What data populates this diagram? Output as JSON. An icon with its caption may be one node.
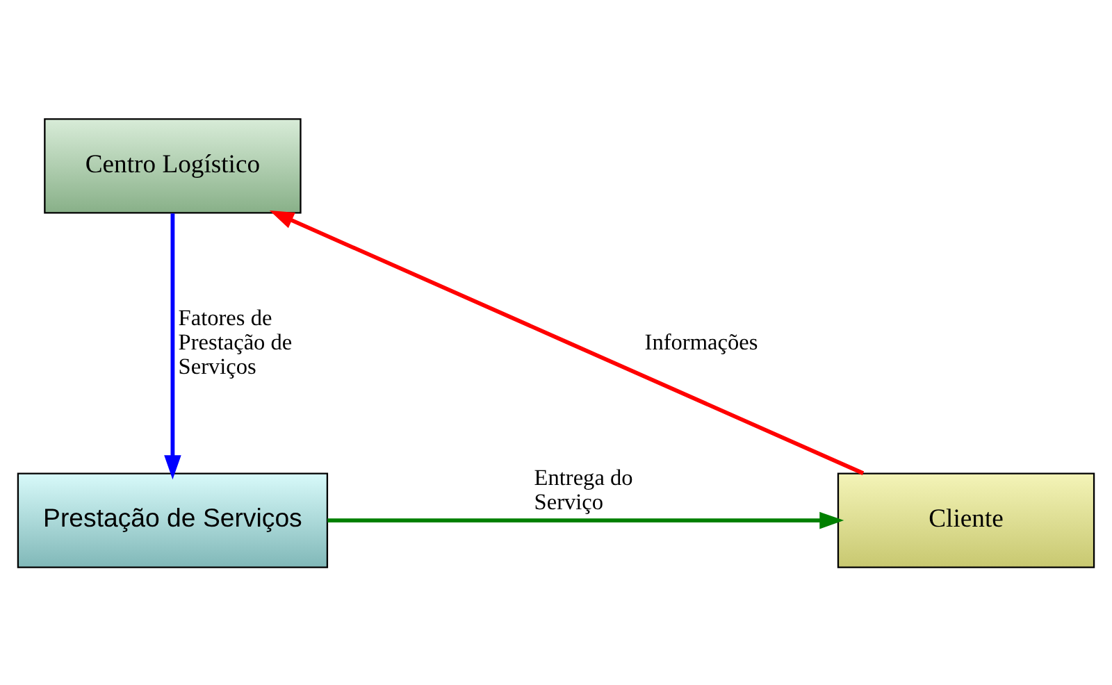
{
  "diagram": {
    "nodes": [
      {
        "text": [
          "Centro Logístico"
        ]
      },
      {
        "text": [
          "Prestação de Serviços"
        ]
      },
      {
        "text": [
          "Cliente"
        ]
      }
    ],
    "edges": [
      {
        "from": 0,
        "to": 1,
        "arrow": "to",
        "label": "Fatores de Prestação de Serviços",
        "color": "#0000ff"
      },
      {
        "from": 1,
        "to": 2,
        "arrow": "to",
        "label": "Entrega do Serviço",
        "color": "#008000"
      },
      {
        "from": 2,
        "to": 0,
        "arrow": "to",
        "label": "Informações",
        "color": "#ff0000"
      }
    ]
  }
}
